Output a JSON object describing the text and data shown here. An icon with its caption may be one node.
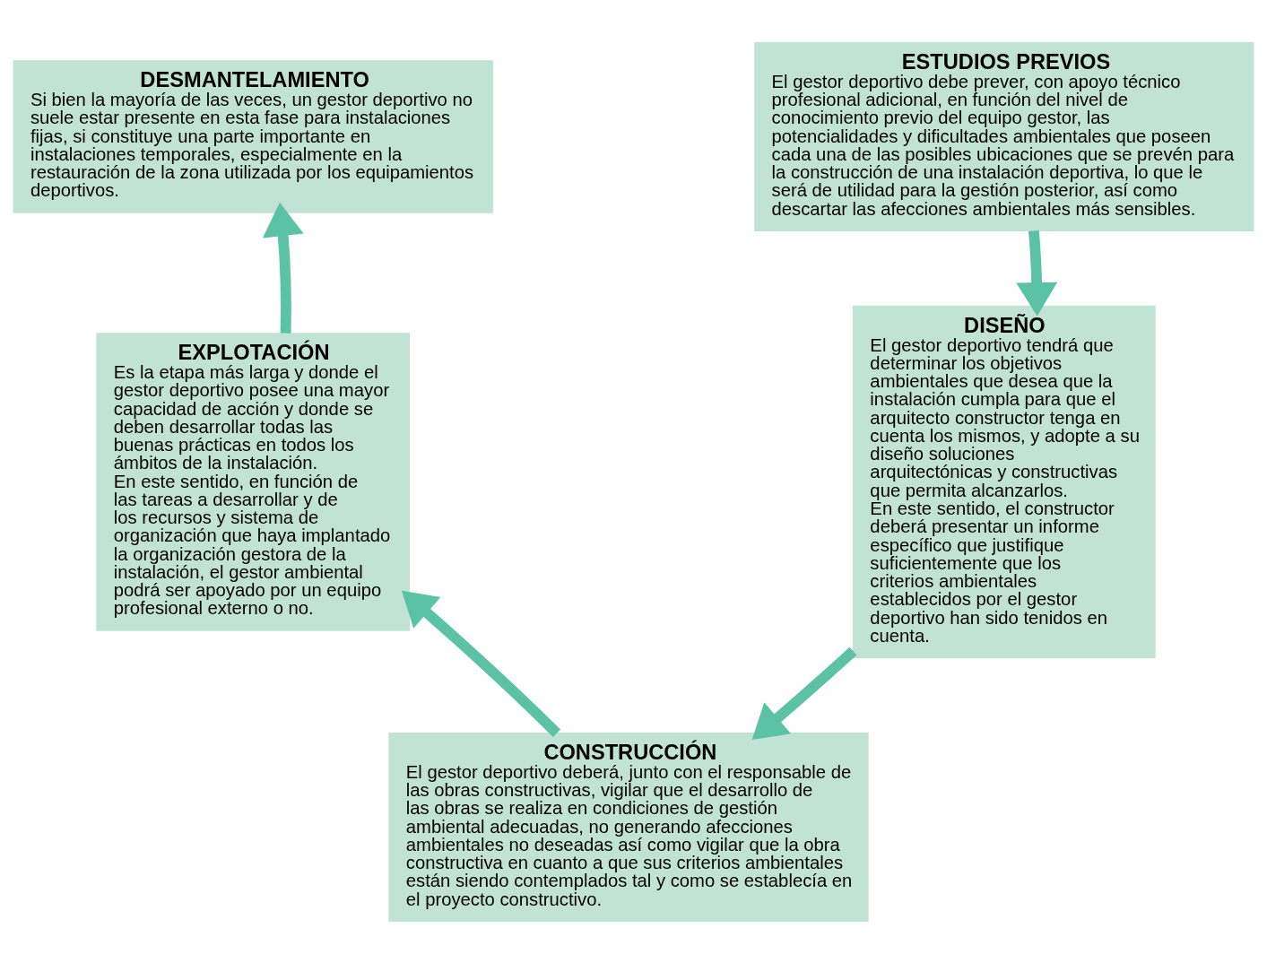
{
  "diagram": {
    "nodes": [
      {
        "text": [
          "DESMANTELAMIENTO",
          "Si bien la mayoría de las veces, un gestor deportivo no suele estar presente en esta fase para instalaciones fijas, si constituye una parte importante en instalaciones temporales, especialmente en la restauración de la zona utilizada por los equipamientos deportivos."
        ]
      },
      {
        "text": [
          "ESTUDIOS PREVIOS",
          "El gestor deportivo debe prever, con apoyo técnico profesional adicional, en función del nivel de conocimiento previo del equipo gestor, las potencialidades y dificultades ambientales que poseen cada una de las posibles ubicaciones que se prevén para la construcción de una instalación deportiva, lo que le será de utilidad para la gestión posterior, así como descartar las afecciones ambientales más sensibles."
        ]
      },
      {
        "text": [
          "EXPLOTACIÓN",
          "Es la etapa más larga y donde el gestor deportivo posee una mayor capacidad de acción y donde se deben desarrollar todas las buenas prácticas en todos los ámbitos de la instalación.",
          "En este sentido, en función de las tareas a desarrollar y de los recursos y sistema de organización que haya implantado la organización gestora de la instalación, el gestor ambiental podrá ser apoyado por un equipo profesional externo o no."
        ]
      },
      {
        "text": [
          "DISEÑO",
          "El gestor deportivo tendrá que determinar los objetivos ambientales que desea que la instalación cumpla para que el arquitecto constructor tenga en cuenta los mismos, y adopte a su diseño soluciones arquitectónicas y constructivas que permita alcanzarlos.",
          "En este sentido, el constructor deberá presentar un informe específico que justifique suficientemente que los criterios ambientales establecidos por el gestor deportivo han sido tenidos en cuenta."
        ]
      },
      {
        "text": [
          "CONSTRUCCIÓN",
          "El gestor deportivo deberá, junto con el responsable de las obras constructivas, vigilar que el desarrollo de las obras se realiza en condiciones de gestión ambiental adecuadas, no generando afecciones ambientales no deseadas así como vigilar que la obra constructiva en cuanto a que sus criterios ambientales están siendo contemplados tal y como se establecía en el proyecto constructivo."
        ]
      }
    ],
    "edges": [
      {
        "from": 1,
        "to": 3,
        "arrow": "to"
      },
      {
        "from": 3,
        "to": 4,
        "arrow": "to"
      },
      {
        "from": 4,
        "to": 2,
        "arrow": "to"
      },
      {
        "from": 2,
        "to": 0,
        "arrow": "to"
      }
    ]
  }
}
